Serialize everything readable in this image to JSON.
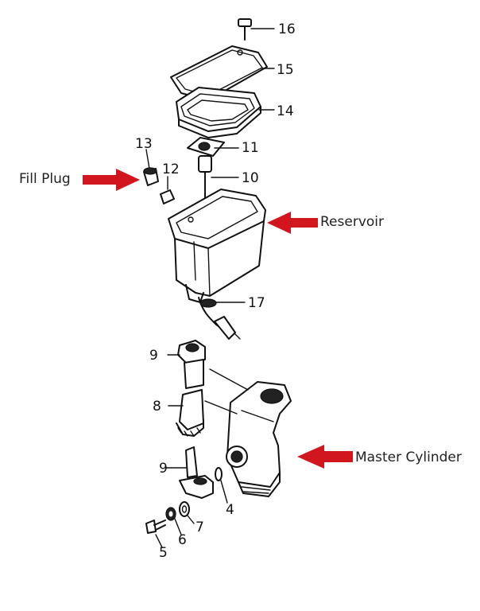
{
  "callouts": {
    "fill_plug": "Fill Plug",
    "reservoir": "Reservoir",
    "master_cylinder": "Master Cylinder"
  },
  "parts": {
    "p16": "16",
    "p15": "15",
    "p14": "14",
    "p13": "13",
    "p12": "12",
    "p11": "11",
    "p10": "10",
    "p17": "17",
    "p9a": "9",
    "p8": "8",
    "p9b": "9",
    "p4": "4",
    "p7": "7",
    "p6": "6",
    "p5": "5"
  },
  "colors": {
    "arrow": "#d2161e",
    "ink": "#111111"
  },
  "icons": {
    "arrow": "red-right-arrow-icon"
  }
}
